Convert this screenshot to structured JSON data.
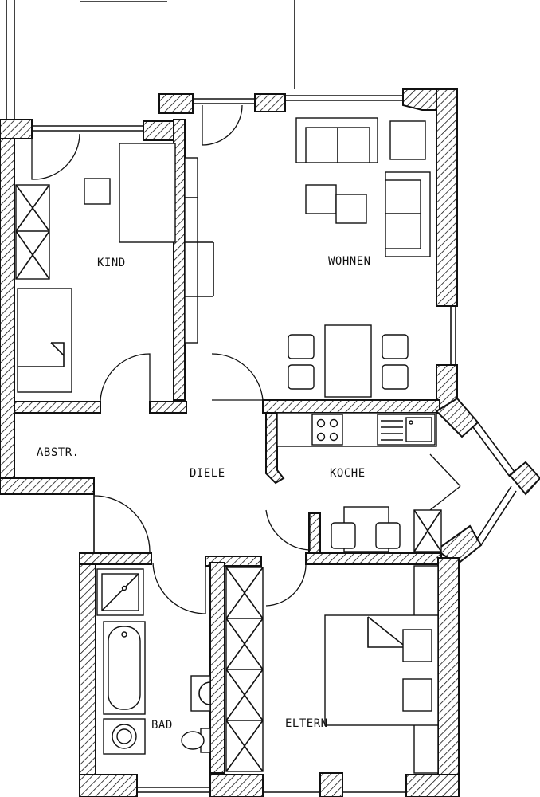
{
  "rooms": {
    "kind": "KIND",
    "wohnen": "WOHNEN",
    "abstr": "ABSTR.",
    "diele": "DIELE",
    "koche": "KOCHE",
    "bad": "BAD",
    "eltern": "ELTERN"
  },
  "colors": {
    "line": "#111111",
    "background": "#ffffff"
  }
}
